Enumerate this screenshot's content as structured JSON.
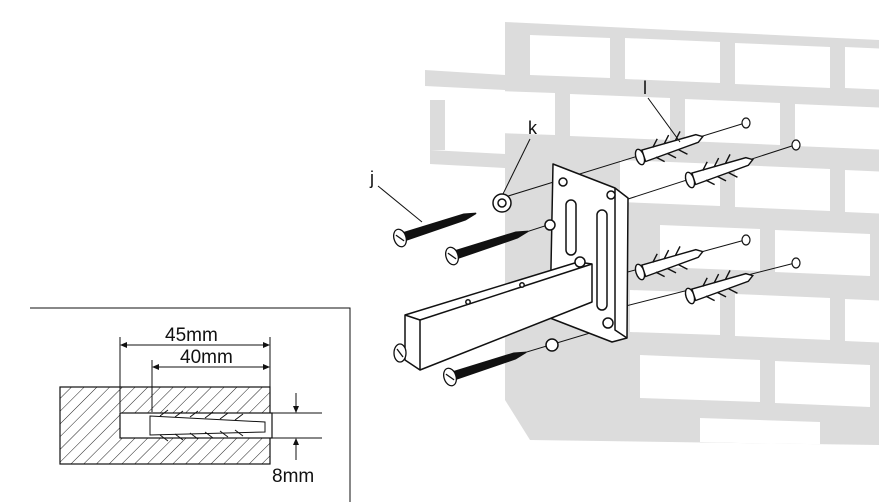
{
  "callouts": {
    "j": "j",
    "k": "k",
    "l": "l"
  },
  "detail": {
    "depth_outer": "45mm",
    "depth_inner": "40mm",
    "hole_diameter": "8mm"
  },
  "colors": {
    "line": "#111111",
    "wall_mortar": "#dedede",
    "wall_brick": "#ffffff"
  }
}
